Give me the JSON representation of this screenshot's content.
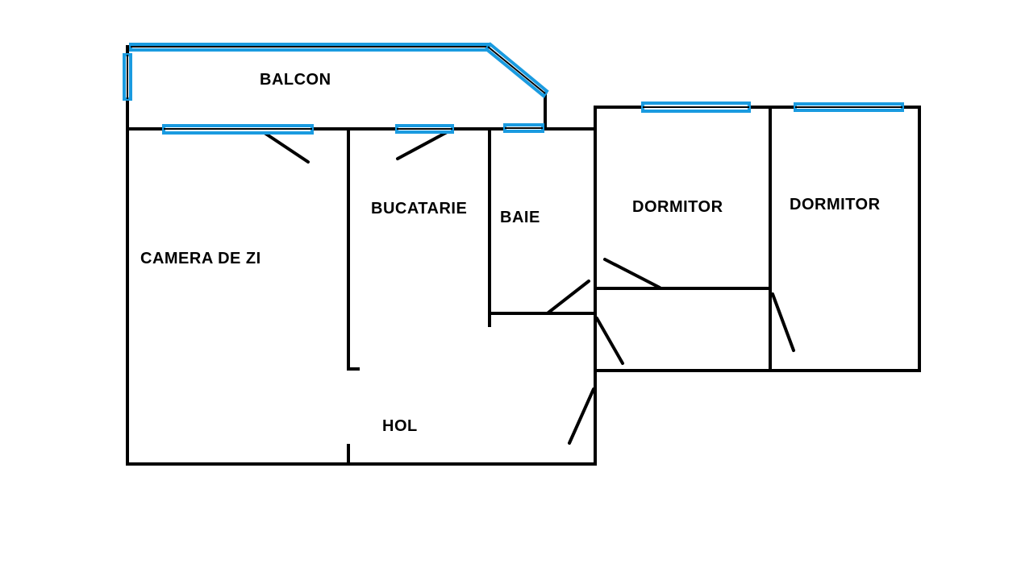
{
  "rooms": {
    "balcon": "BALCON",
    "bucatarie": "BUCATARIE",
    "baie": "BAIE",
    "dormitor_1": "DORMITOR",
    "dormitor_2": "DORMITOR",
    "camera_de_zi": "CAMERA DE ZI",
    "hol": "HOL"
  },
  "colors": {
    "wall": "#000000",
    "window": "#1a9be0",
    "background": "#ffffff"
  }
}
